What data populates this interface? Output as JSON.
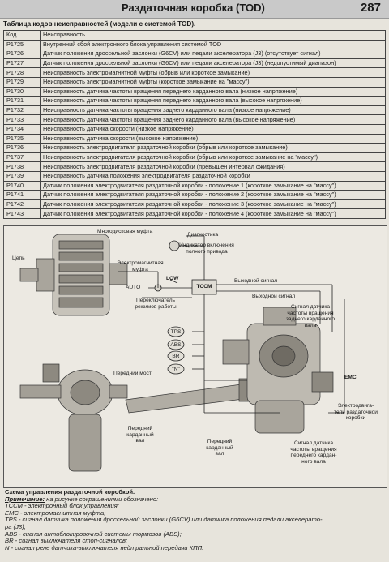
{
  "header": {
    "title": "Раздаточная коробка (TOD)",
    "page_number": "287"
  },
  "table": {
    "caption": "Таблица кодов неисправностей (модели с системой TOD).",
    "columns": [
      "Код",
      "Неисправность"
    ],
    "rows": [
      [
        "P1725",
        "Внутренний сбой электронного блока управления системой TOD"
      ],
      [
        "P1726",
        "Датчик положения дроссельной заслонки (G6CV) или педали акселератора (J3) (отсутствует сигнал)"
      ],
      [
        "P1727",
        "Датчик положения дроссельной заслонки (G6CV) или педали акселератора (J3) (недопустимый диапазон)"
      ],
      [
        "P1728",
        "Неисправность электромагнитной муфты (обрыв или короткое замыкание)"
      ],
      [
        "P1729",
        "Неисправность электромагнитной муфты (короткое замыкание на \"массу\")"
      ],
      [
        "P1730",
        "Неисправность датчика частоты вращения переднего карданного вала (низкое напряжение)"
      ],
      [
        "P1731",
        "Неисправность датчика частоты вращения переднего карданного вала (высокое напряжение)"
      ],
      [
        "P1732",
        "Неисправность датчика частоты вращения заднего карданного вала (низкое напряжение)"
      ],
      [
        "P1733",
        "Неисправность датчика частоты вращения заднего карданного вала (высокое напряжение)"
      ],
      [
        "P1734",
        "Неисправность датчика скорости (низкое напряжение)"
      ],
      [
        "P1735",
        "Неисправность датчика скорости (высокое напряжение)"
      ],
      [
        "P1736",
        "Неисправность электродвигателя раздаточной коробки (обрыв или короткое замыкание)"
      ],
      [
        "P1737",
        "Неисправность электродвигателя раздаточной коробки (обрыв или короткое замыкание на \"массу\")"
      ],
      [
        "P1738",
        "Неисправность электродвигателя раздаточной коробки (превышен интервал ожидания)"
      ],
      [
        "P1739",
        "Неисправность датчика положения электродвигателя раздаточной коробки"
      ],
      [
        "P1740",
        "Датчик положения электродвигателя раздаточной коробки - положение 1 (короткое замыкание на \"массу\")"
      ],
      [
        "P1741",
        "Датчик положения электродвигателя раздаточной коробки - положение 2 (короткое замыкание на \"массу\")"
      ],
      [
        "P1742",
        "Датчик положения электродвигателя раздаточной коробки - положение 3 (короткое замыкание на \"массу\")"
      ],
      [
        "P1743",
        "Датчик положения электродвигателя раздаточной коробки - положение 4 (короткое замыкание на \"массу\")"
      ]
    ]
  },
  "diagram": {
    "labels": {
      "multidisc": "Многодисковая муфта",
      "chain": "Цепь",
      "em_clutch_1": "Электромагнитная",
      "em_clutch_2": "муфта",
      "diagnostics": "Диагностика",
      "ind_1": "Индикатор включения",
      "ind_2": "полного привода",
      "low": "LOW",
      "auto": "AUTO",
      "switch_1": "Переключатель",
      "switch_2": "режимов работы",
      "tccm": "TCCM",
      "out_sig_1": "Выходной сигнал",
      "out_sig_2": "Выходной сигнал",
      "tps": "TPS",
      "abs": "ABS",
      "br": "BR",
      "n": "\"N\"",
      "rear_sensor_1": "Сигнал датчика",
      "rear_sensor_2": "частоты вращения",
      "rear_sensor_3": "заднего карданного",
      "rear_sensor_4": "вала",
      "emc": "EMC",
      "motor_1": "Электродвига-",
      "motor_2": "тель раздаточной",
      "motor_3": "коробки",
      "front_axle": "Передний мост",
      "front_shaft_1": "Передний",
      "front_shaft_2": "карданный",
      "front_shaft_3": "вал",
      "rear_shaft_1": "Передний",
      "rear_shaft_2": "карданный",
      "rear_shaft_3": "вал",
      "front_sensor_1": "Сигнал датчика",
      "front_sensor_2": "частоты вращения",
      "front_sensor_3": "переднего кардан-",
      "front_sensor_4": "ного вала"
    }
  },
  "notes": {
    "title": "Схема управления раздаточной коробкой.",
    "prefix": "Примечание:",
    "intro": " на рисунке сокращениями обозначено:",
    "lines": [
      "TCCM - электронный блок управления;",
      "EMC - электромагнитная муфта;",
      "TPS - сигнал датчика положения дроссельной заслонки (G6CV) или датчика положения педали акселерато-",
      "ра (J3);",
      "ABS - сигнал антиблокировочной системы тормозов (ABS);",
      "BR - сигнал выключателя стоп-сигналов;",
      "N - сигнал реле датчика-выключателя нейтральной передачи КПП."
    ]
  }
}
